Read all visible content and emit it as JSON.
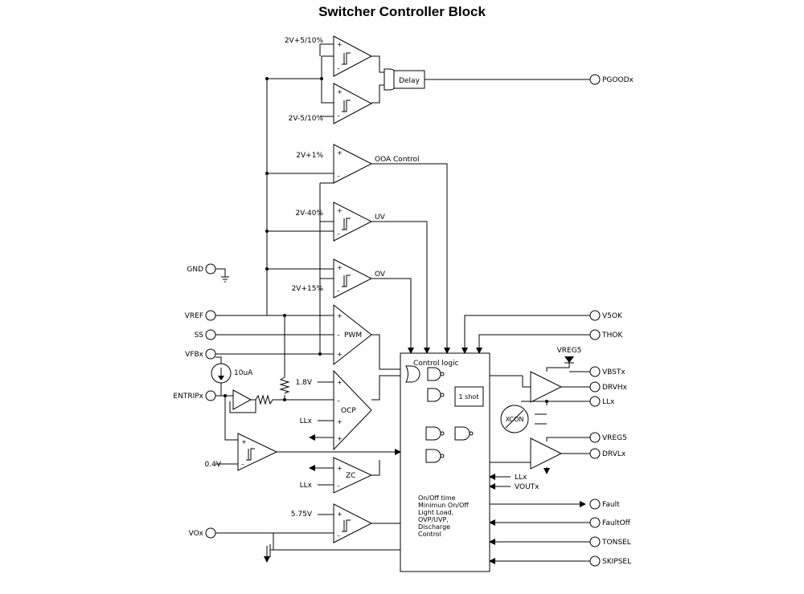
{
  "title": "Switcher Controller Block",
  "comparators": {
    "pg_high": "2V+5/10%",
    "pg_low": "2V-5/10%",
    "ooa_ref": "2V+1%",
    "uv_ref": "2V-40%",
    "ov_ref": "2V+15%",
    "ocp_ref": "1.8V",
    "vo_ref": "5.75V",
    "entrip_ref": "0.4V",
    "current_source": "10uA"
  },
  "signals": {
    "ooa": "OOA Control",
    "uv": "UV",
    "ov": "OV",
    "pwm": "PWM",
    "ocp": "OCP",
    "zc": "ZC",
    "llx_ocp": "LLx",
    "llx_zc": "LLx",
    "llx_in": "LLx",
    "voutx_in": "VOUTx"
  },
  "blocks": {
    "delay": "Delay",
    "control_logic": "Control logic",
    "one_shot": "1 shot",
    "xcon": "XCON",
    "vreg5_top": "VREG5",
    "status_lines": [
      "On/Off time",
      "Minimun On/Off",
      "Light Load,",
      "OVP/UVP,",
      "Discharge",
      "Control"
    ]
  },
  "left_pins": {
    "gnd": "GND",
    "vref": "VREF",
    "ss": "SS",
    "vfb": "VFBx",
    "entrip": "ENTRIPx",
    "vo": "VOx"
  },
  "right_pins": {
    "pgood": "PGOODx",
    "v5ok": "V5OK",
    "thok": "THOK",
    "vbst": "VBSTx",
    "drvh": "DRVHx",
    "llx": "LLx",
    "vreg5": "VREG5",
    "drvl": "DRVLx",
    "fault": "Fault",
    "faultoff": "FaultOff",
    "tonsel": "TONSEL",
    "skipsel": "SKIPSEL"
  }
}
